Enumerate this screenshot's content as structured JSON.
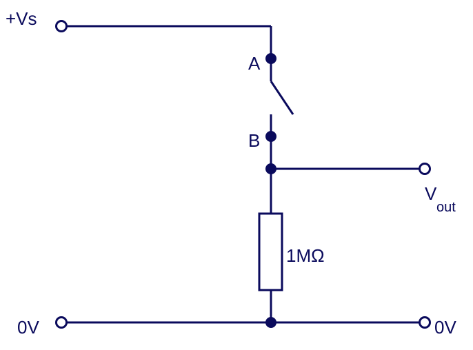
{
  "colors": {
    "wire": "#0a0a5c",
    "background": "#ffffff"
  },
  "labels": {
    "supply": "+Vs",
    "contact_a": "A",
    "contact_b": "B",
    "output_main": "V",
    "output_sub": "out",
    "resistor_value": "1MΩ",
    "ground_left": "0V",
    "ground_right": "0V"
  },
  "icons": {
    "switch": "spst-switch-open-icon",
    "resistor": "resistor-box-icon",
    "terminal": "open-terminal-icon",
    "junction": "junction-dot-icon"
  }
}
